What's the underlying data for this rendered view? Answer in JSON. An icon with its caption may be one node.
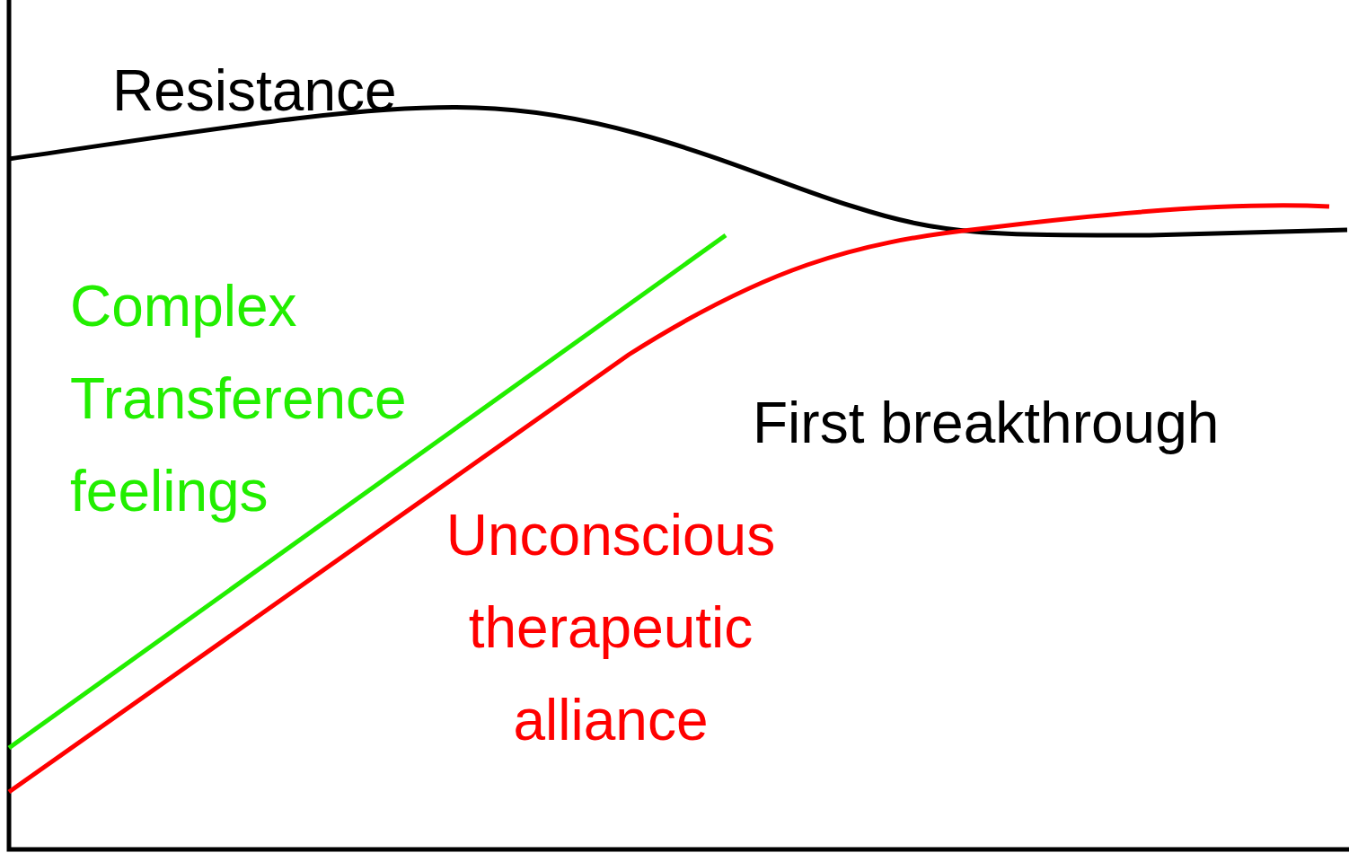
{
  "diagram": {
    "labels": [
      "Resistance",
      "Complex Transference feelings",
      "First breakthrough",
      "Unconscious therapeutic alliance"
    ]
  }
}
